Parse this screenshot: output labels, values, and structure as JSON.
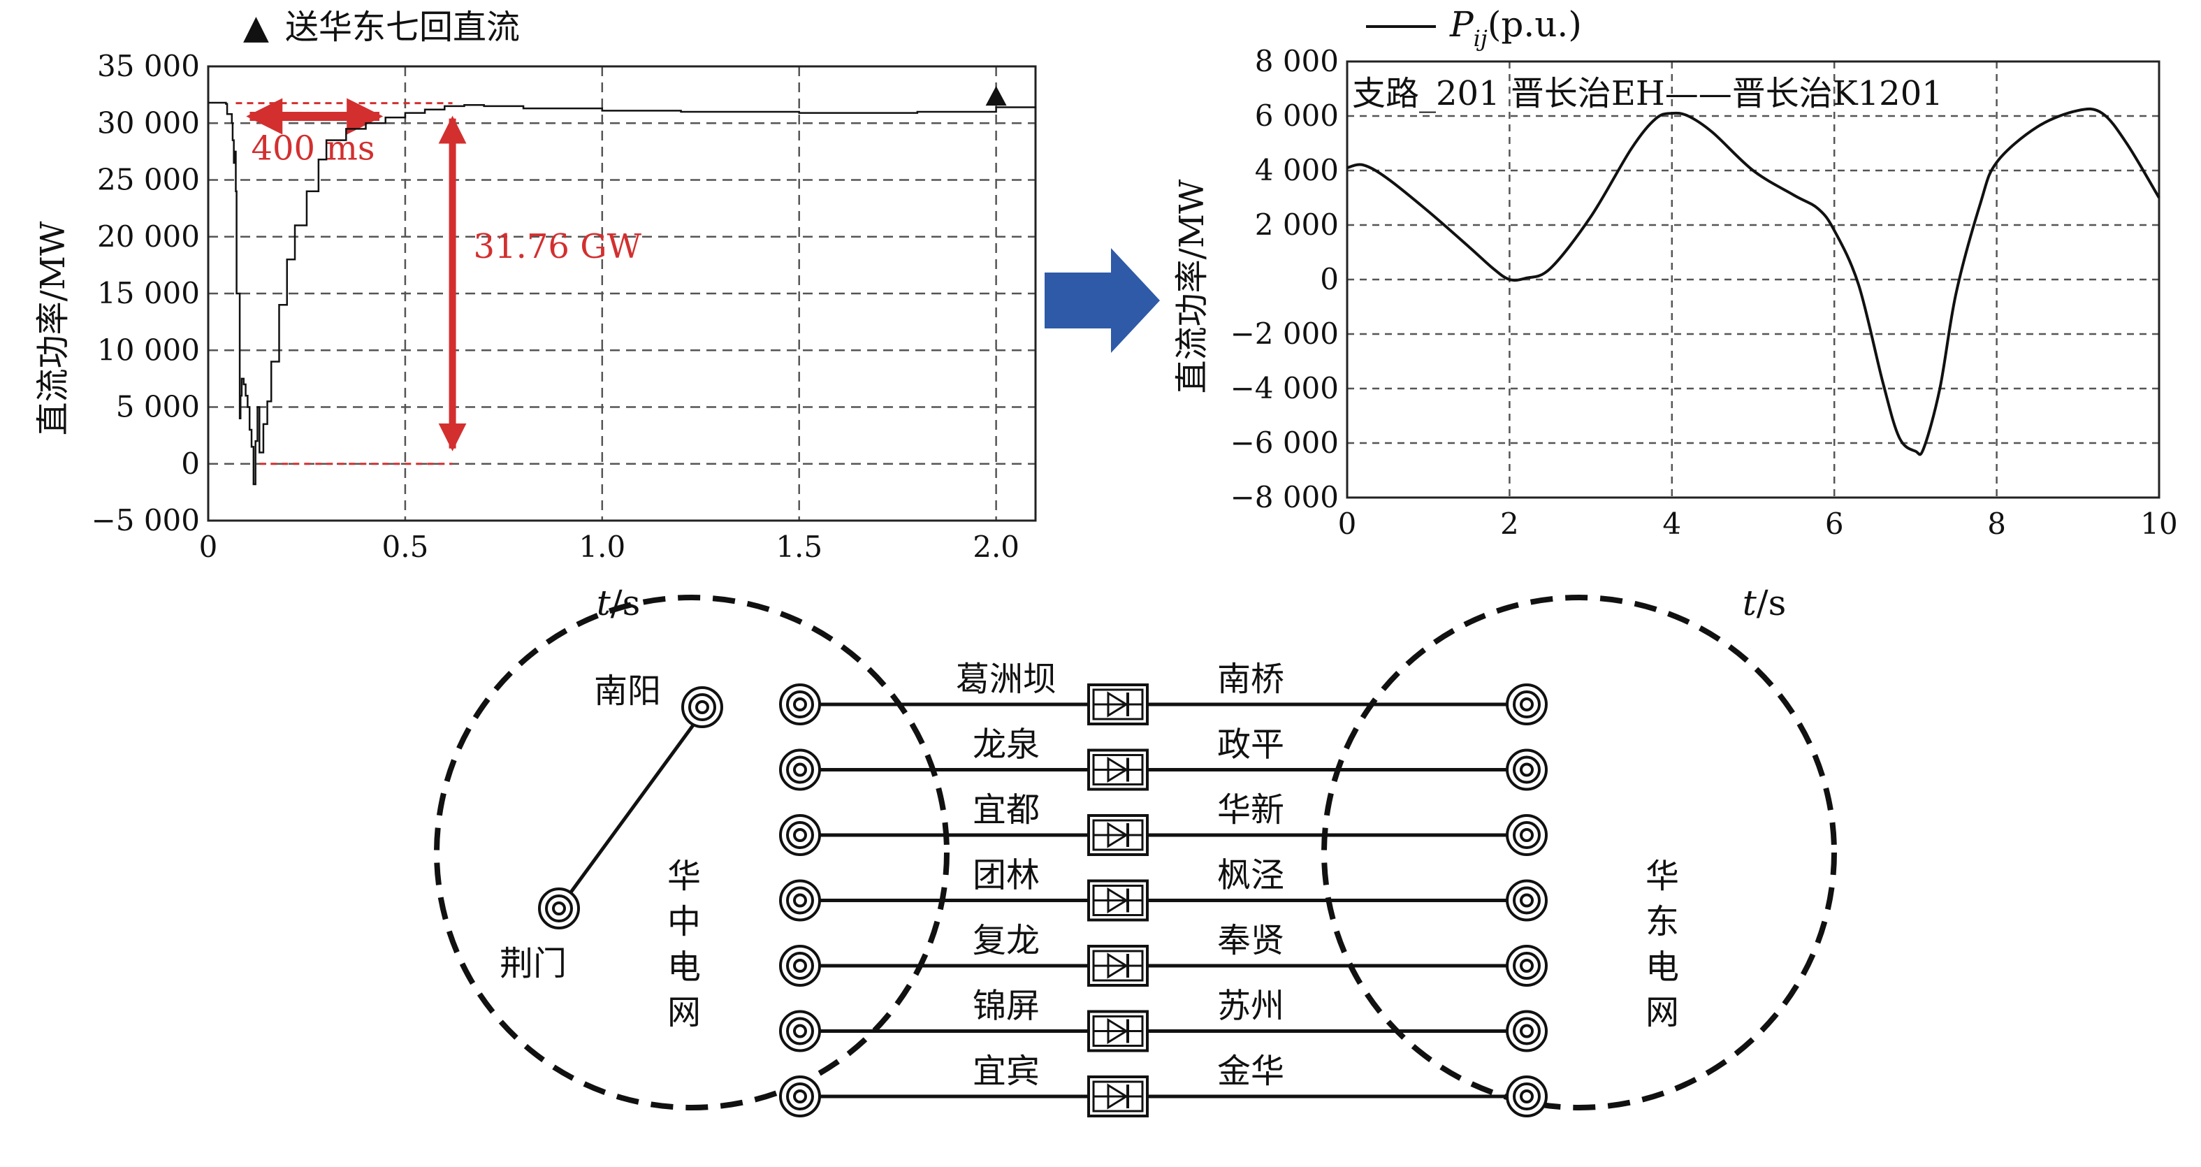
{
  "chart_data": [
    {
      "type": "line",
      "legend": {
        "marker": "▲",
        "label": "送华东七回直流",
        "placement": "top"
      },
      "xlabel_var": "t",
      "xlabel_unit": "/s",
      "ylabel": "直流功率/MW",
      "xlim": [
        0,
        2.1
      ],
      "ylim": [
        -5000,
        35000
      ],
      "xticks": [
        {
          "v": 0,
          "label": "0"
        },
        {
          "v": 0.5,
          "label": "0.5"
        },
        {
          "v": 1.0,
          "label": "1.0"
        },
        {
          "v": 1.5,
          "label": "1.5"
        },
        {
          "v": 2.0,
          "label": "2.0"
        }
      ],
      "yticks": [
        {
          "v": 35000,
          "label": "35 000"
        },
        {
          "v": 30000,
          "label": "30 000"
        },
        {
          "v": 25000,
          "label": "25 000"
        },
        {
          "v": 20000,
          "label": "20 000"
        },
        {
          "v": 15000,
          "label": "15 000"
        },
        {
          "v": 10000,
          "label": "10 000"
        },
        {
          "v": 5000,
          "label": "5 000"
        },
        {
          "v": 0,
          "label": "0"
        },
        {
          "v": -5000,
          "label": "−5 000"
        }
      ],
      "series": [
        {
          "name": "送华东七回直流",
          "x": [
            0,
            0.045,
            0.048,
            0.06,
            0.062,
            0.065,
            0.066,
            0.07,
            0.072,
            0.08,
            0.082,
            0.085,
            0.09,
            0.095,
            0.1,
            0.105,
            0.11,
            0.115,
            0.12,
            0.125,
            0.13,
            0.14,
            0.15,
            0.16,
            0.18,
            0.2,
            0.22,
            0.25,
            0.28,
            0.3,
            0.35,
            0.4,
            0.45,
            0.5,
            0.55,
            0.6,
            0.65,
            0.7,
            0.8,
            1.0,
            1.2,
            1.5,
            1.8,
            2.0,
            2.1
          ],
          "y": [
            31800,
            31700,
            30800,
            30000,
            28500,
            26500,
            27500,
            24000,
            15000,
            4000,
            6000,
            7500,
            7000,
            6000,
            5000,
            3000,
            1500,
            -1800,
            2000,
            5000,
            1000,
            3500,
            5500,
            9000,
            14000,
            18000,
            21000,
            24000,
            26800,
            28500,
            29500,
            30000,
            30500,
            30900,
            31200,
            31500,
            31600,
            31500,
            31300,
            31100,
            31000,
            30900,
            31000,
            31400,
            31300
          ]
        }
      ],
      "annotations": [
        {
          "text": "400 ms",
          "type": "double-arrow-horizontal",
          "x1": 0.07,
          "x2": 0.47,
          "y": 30600,
          "color": "#d32f2f"
        },
        {
          "text": "31.76 GW",
          "type": "double-arrow-vertical",
          "x": 0.62,
          "y1": 31760,
          "y2": 0,
          "color": "#d32f2f"
        },
        {
          "type": "dashed-line",
          "from": [
            0.07,
            31760
          ],
          "to": [
            0.62,
            31760
          ],
          "color": "#d32f2f"
        },
        {
          "type": "dashed-line",
          "from": [
            0.13,
            0
          ],
          "to": [
            0.62,
            0
          ],
          "color": "#d32f2f"
        },
        {
          "type": "marker",
          "symbol": "triangle",
          "x": 2.0,
          "y": 31300
        }
      ],
      "grid": true
    },
    {
      "type": "line",
      "legend": {
        "label_var": "P",
        "label_sub": "ij",
        "label_rest": "(p.u.)",
        "placement": "top"
      },
      "title": "支路_201 晋长治EH——晋长治K1201",
      "xlabel_var": "t",
      "xlabel_unit": "/s",
      "ylabel": "直流功率/MW",
      "xlim": [
        0,
        10
      ],
      "ylim": [
        -8000,
        8000
      ],
      "xticks": [
        {
          "v": 0,
          "label": "0"
        },
        {
          "v": 2,
          "label": "2"
        },
        {
          "v": 4,
          "label": "4"
        },
        {
          "v": 6,
          "label": "6"
        },
        {
          "v": 8,
          "label": "8"
        },
        {
          "v": 10,
          "label": "10"
        }
      ],
      "yticks": [
        {
          "v": 8000,
          "label": "8 000"
        },
        {
          "v": 6000,
          "label": "6 000"
        },
        {
          "v": 4000,
          "label": "4 000"
        },
        {
          "v": 2000,
          "label": "2 000"
        },
        {
          "v": 0,
          "label": "0"
        },
        {
          "v": -2000,
          "label": "−2 000"
        },
        {
          "v": -4000,
          "label": "−4 000"
        },
        {
          "v": -6000,
          "label": "−6 000"
        },
        {
          "v": -8000,
          "label": "−8 000"
        }
      ],
      "series": [
        {
          "name": "P_ij(p.u.)",
          "x": [
            0,
            0.2,
            0.5,
            1.0,
            1.5,
            1.8,
            2.0,
            2.2,
            2.5,
            3.0,
            3.5,
            3.8,
            4.0,
            4.2,
            4.5,
            5.0,
            5.5,
            5.8,
            6.0,
            6.3,
            6.6,
            6.8,
            7.0,
            7.1,
            7.3,
            7.5,
            7.8,
            8.0,
            8.5,
            9.0,
            9.3,
            9.6,
            10.0
          ],
          "y": [
            4100,
            4200,
            3700,
            2500,
            1200,
            400,
            0,
            50,
            400,
            2300,
            4800,
            5900,
            6100,
            6000,
            5400,
            4000,
            3100,
            2600,
            1800,
            -200,
            -3800,
            -5800,
            -6300,
            -6200,
            -4000,
            -500,
            2800,
            4300,
            5600,
            6200,
            6100,
            5000,
            3000
          ]
        }
      ],
      "grid": true
    }
  ],
  "diagram": {
    "left_grid_label": [
      "华",
      "中",
      "电",
      "网"
    ],
    "right_grid_label": [
      "华",
      "东",
      "电",
      "网"
    ],
    "left_internal_nodes": [
      "南阳",
      "荆门"
    ],
    "links": [
      {
        "from": "葛洲坝",
        "to": "南桥"
      },
      {
        "from": "龙泉",
        "to": "政平"
      },
      {
        "from": "宜都",
        "to": "华新"
      },
      {
        "from": "团林",
        "to": "枫泾"
      },
      {
        "from": "复龙",
        "to": "奉贤"
      },
      {
        "from": "锦屏",
        "to": "苏州"
      },
      {
        "from": "宜宾",
        "to": "金华"
      }
    ]
  },
  "colors": {
    "annotation": "#d32f2f",
    "arrow": "#2e5aa7",
    "line": "#111111",
    "grid": "#555555"
  }
}
